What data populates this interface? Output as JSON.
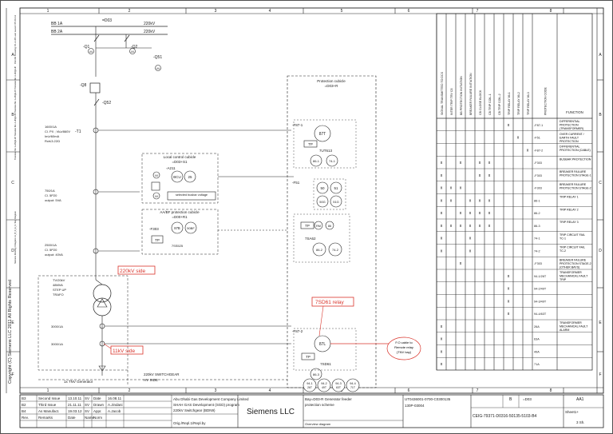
{
  "frame": {
    "columns": [
      "1",
      "2",
      "3",
      "4",
      "5",
      "6",
      "7",
      "8"
    ],
    "rows": [
      "A",
      "B",
      "C",
      "D",
      "E",
      "F"
    ],
    "copyright": "Copyright (C) Siemens LLC 2011 All Rights Reserved",
    "left_small_1": "CE102 Drawing  C1-2.dft  Last saved: 05.03.12",
    "left_small_2": "Translate file: A-dft/gb.dft  Translate file: A-dft/gb.dft  Translate file: A-dft/gb.dft  Translate file: A-dft/gb.dft",
    "left_small_3": "Siemens Drawing / Diagram / A_B_D_E_F / Key Diagram"
  },
  "busbars": [
    {
      "name": "BB 1A",
      "voltage": "220kV"
    },
    {
      "name": "BB 2A",
      "voltage": "220kV"
    }
  ],
  "bay_id": "=D03",
  "devices": {
    "q1": "-Q1",
    "q2": "-Q2",
    "q51": "-Q51",
    "q8": "-Q8",
    "q52": "-Q52",
    "t1": "-T1",
    "m": "M"
  },
  "ct1": {
    "ratio": "1600/1A",
    "class": "Cl. PX ; Vk≥/860V",
    "im": "Im≥/60mA",
    "rct": "Rct≤3.22Ω"
  },
  "ct2": {
    "ratio": "750/1A",
    "class": "Cl. 5P20",
    "output": "output: 5VA"
  },
  "ct3": {
    "ratio": "2500/1A",
    "class": "Cl. 5P20",
    "output": "output: 40VA"
  },
  "transformer": {
    "label": "TV/20kV  48MVA  STEP UP  TRAFO",
    "lines": [
      "TV/20kV",
      "48MVA",
      "STEP UP",
      "TRAFO"
    ]
  },
  "lv_cts": {
    "a": "3000/1A",
    "b": "3000/1A"
  },
  "generator": "1x TNV Generator",
  "switchgear": {
    "line1": "220kV SWITCHGEAR",
    "line2": "HV SIDE"
  },
  "protection_cubicle": {
    "title": "Protection cubicle",
    "id": "=D03+R"
  },
  "local_control": {
    "title": "Local control cubicle",
    "id": "=D03+S1"
  },
  "aabf_cubicle": {
    "title": "AA/BF protection cubicle",
    "id": "=D00+R1"
  },
  "relays": {
    "f87_1": "-F87-1",
    "r87_1": "87T",
    "tp1": "TP",
    "rt": "7UT613",
    "f86_1": "86-1",
    "f74_1": "74-1",
    "f51": "-F51",
    "r50": "50",
    "r51": "51",
    "r50n": "50G",
    "r51n": "51G",
    "a211": "-A211",
    "r_bcu": "BCU",
    "r_25": "25",
    "busbar_sel": "selected busbar voltage",
    "f303": "-F303",
    "r87b": "87B",
    "r50bf": "50BF",
    "tp3": "TP",
    "r7ss": "7SS525",
    "r_rm": "RM",
    "r_86": "86",
    "r7sa": "7SA62",
    "r86_2": "86-2",
    "r74_2": "74-2",
    "f87_2": "-F87-2",
    "r87l": "87L",
    "tp2": "TP",
    "r7sd": "7SD61",
    "r86_3": "86-3",
    "r94a": "94-1",
    "r94b": "94-2",
    "r94c": "94-3",
    "r94d": "94-4",
    "r94a_sub": "26T",
    "r94b_sub": "49T",
    "r94c_sub": "63T",
    "r94d_sub": "71T"
  },
  "annotations": {
    "hv_side": "220kV side",
    "lv_side": "11kV side",
    "relay": "7SD61 relay",
    "cable": "F.O cable to Remote relay (TNV bay)"
  },
  "matrix": {
    "column_headers": [
      "SIGNAL TRANSMITTED TO DCS",
      "INTER TRIP TRV C8",
      "BB PROTECTION INITIATION",
      "BREAKER FAILURE INITIATION",
      "CB CLOSE BLOCK",
      "CB TRIP COIL-1",
      "CB TRIP COIL-2",
      "TRIP RELAY 86-1",
      "TRIP RELAY 86-2",
      "TRIP RELAY 86-3",
      "PROTECTION CODE",
      "FUNCTION"
    ],
    "rows": [
      {
        "marks": [
          7
        ],
        "code": "-F87-1",
        "function": "DIFFERENTIAL PROTECTION (TRANSFORMER)"
      },
      {
        "marks": [
          8
        ],
        "code": "-F51",
        "function": "OVER CURRENT / EARTH FAULT PROTECTION"
      },
      {
        "marks": [
          9
        ],
        "code": "-F87-2",
        "function": "DIFFERENTIAL PROTECTION (CABLE)"
      },
      {
        "marks": [
          0,
          2,
          4,
          5
        ],
        "code": "-F303",
        "function": "BUSBAR PROTECTION"
      },
      {
        "marks": [
          0,
          4,
          5
        ],
        "code": "-F303",
        "function": "BREAKER FAILURE PROTECTION STAGE-1"
      },
      {
        "marks": [
          0,
          1,
          2
        ],
        "code": "-F303",
        "function": "BREAKER FAILURE PROTECTION STAGE-2"
      },
      {
        "marks": [
          0,
          1,
          3,
          4,
          5
        ],
        "code": "86-1",
        "function": "TRIP RELAY 1"
      },
      {
        "marks": [
          0,
          2,
          3,
          4,
          5
        ],
        "code": "86-2",
        "function": "TRIP RELAY 2"
      },
      {
        "marks": [
          0,
          1,
          2,
          3,
          4,
          5
        ],
        "code": "86-3",
        "function": "TRIP RELAY 3"
      },
      {
        "marks": [
          0,
          3
        ],
        "code": "74-1",
        "function": "TRIP CIRCUIT FAIL TC-1"
      },
      {
        "marks": [
          0,
          3
        ],
        "code": "74-2",
        "function": "TRIP CIRCUIT FAIL TC-2"
      },
      {
        "marks": [
          2
        ],
        "code": "-F303",
        "function": "BREAKER FAILURE PROTECTION STAGE-2 (OTHER BAYS)"
      },
      {
        "marks": [
          7
        ],
        "code": "94-1/26T",
        "function": "TRANSFORMER MECHANICAL FAULT TRIP"
      },
      {
        "marks": [
          7
        ],
        "code": "94-2/49T",
        "function": ""
      },
      {
        "marks": [
          7
        ],
        "code": "94-3/49T",
        "function": ""
      },
      {
        "marks": [
          7
        ],
        "code": "94-4/63T",
        "function": ""
      },
      {
        "marks": [
          0
        ],
        "code": "26A",
        "function": "TRANSFORMER MECHANICAL FAULT ALARM"
      },
      {
        "marks": [
          0
        ],
        "code": "63A",
        "function": ""
      },
      {
        "marks": [
          0
        ],
        "code": "49A",
        "function": ""
      },
      {
        "marks": [
          0
        ],
        "code": "71A",
        "function": ""
      }
    ]
  },
  "title_block": {
    "revisions": [
      {
        "rev": "B3",
        "desc": "Second Issue",
        "date": "13.10.11",
        "by": "SV",
        "what": "Date",
        "val": "16.08.11"
      },
      {
        "rev": "B2",
        "desc": "Third Issue",
        "date": "21.11.11",
        "by": "SV",
        "what": "Drawn",
        "val": "A.Jindani"
      },
      {
        "rev": "B4",
        "desc": "As Manufact.",
        "date": "19.03.12",
        "by": "SV",
        "what": "Appr.",
        "val": "A.Jacob"
      }
    ],
    "header": {
      "rev": "Rev.",
      "desc": "Remarks",
      "date": "Date",
      "by": "Name",
      "what": "Norm",
      "val": ""
    },
    "client_lines": [
      "Abu Dhabi Gas Development Company Limited",
      "SHAH GAS Development (SGD) program",
      "220kV Switchgear (BDN9)"
    ],
    "orig_ref": "Orig./Repl.1/Repl.by",
    "company": "Siemens LLC",
    "title_lines": [
      "Bay=D03-R Generator feeder",
      "protection scheme"
    ],
    "doc_type": "Overview diagram",
    "doc_no_1": "UT0436001-0700-C0300135",
    "doc_no_2": "130P-03004",
    "rev_code": "B",
    "bay": "=D03",
    "sheet_code": "AA1",
    "drawing_no": "CEIG-79371-D0316-50135-5103-B4",
    "sheet": "Sheet1+",
    "sheets": "3 Sh."
  }
}
